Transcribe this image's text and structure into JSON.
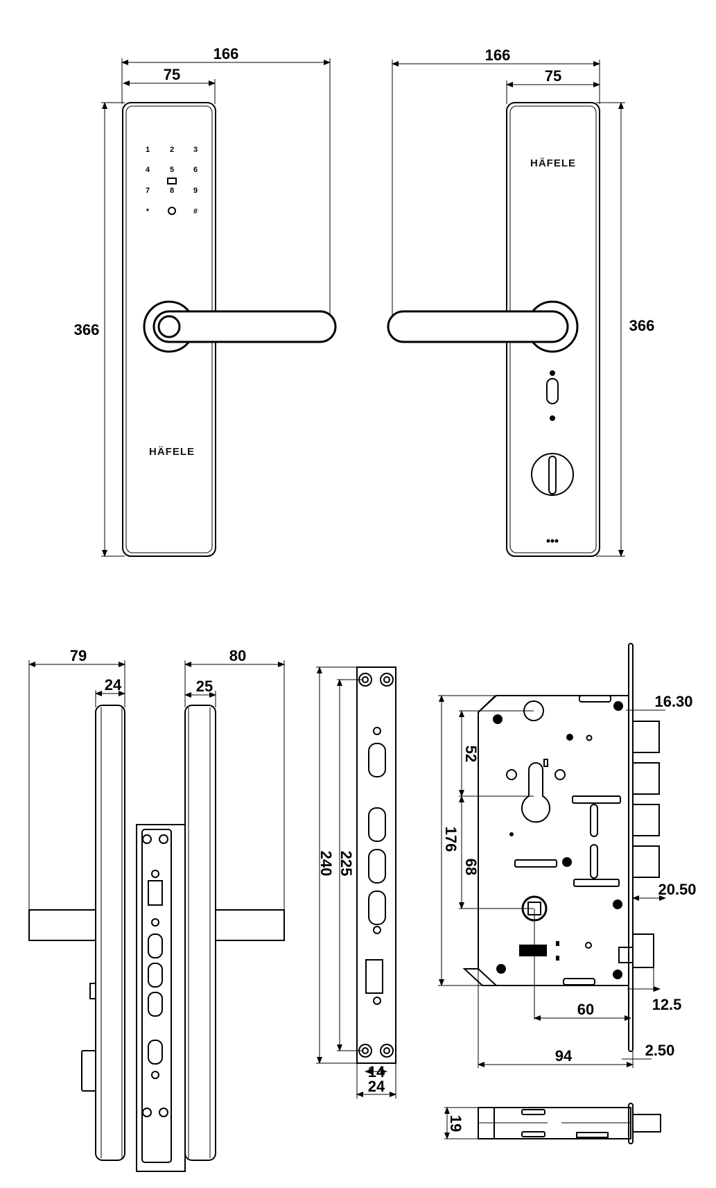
{
  "brand": "HÄFELE",
  "colors": {
    "line": "#000000",
    "background": "#ffffff"
  },
  "front_view": {
    "width_total": "166",
    "width_plate": "75",
    "height": "366",
    "keypad": [
      "1",
      "2",
      "3",
      "4",
      "5",
      "6",
      "7",
      "8",
      "9",
      "*",
      "0",
      "#"
    ],
    "card_icon": "card-reader-icon",
    "logo": "HÄFELE"
  },
  "back_view": {
    "width_total": "166",
    "width_plate": "75",
    "height": "366",
    "logo": "HÄFELE"
  },
  "side_view": {
    "left_projection": "79",
    "left_thickness": "24",
    "right_projection": "80",
    "right_thickness": "25"
  },
  "faceplate_view": {
    "length_total": "240",
    "hole_distance": "225",
    "hole_spacing": "14",
    "width": "24"
  },
  "mortise_view": {
    "body_height": "176",
    "top_to_cylinder": "52",
    "cylinder_to_spindle": "68",
    "bolt_projection": "16.30",
    "latch_offset": "20.50",
    "latch_projection": "12.5",
    "backset": "60",
    "body_depth": "94",
    "faceplate_thickness": "2.50",
    "body_thickness": "19"
  }
}
